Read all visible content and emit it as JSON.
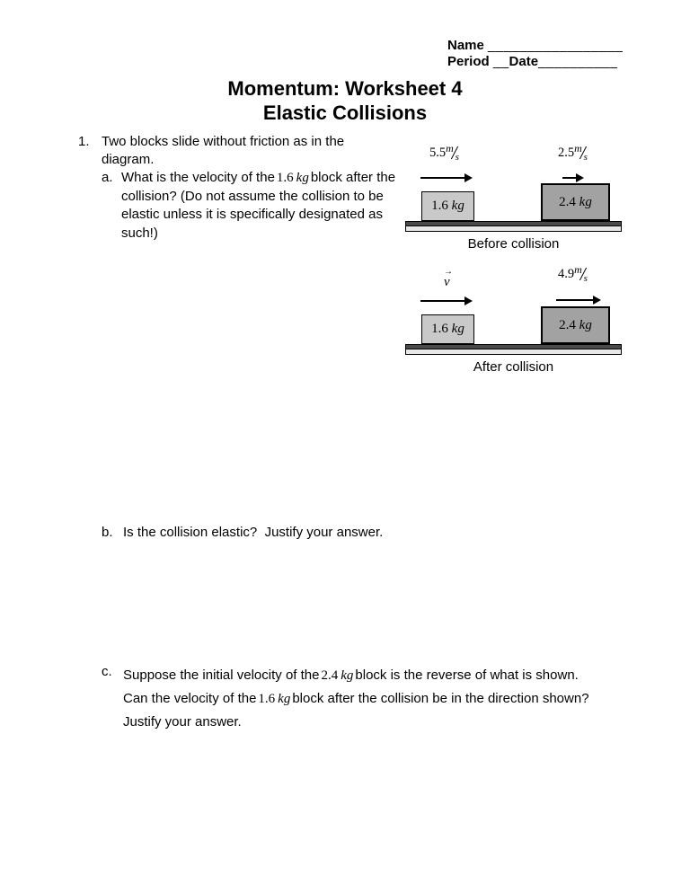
{
  "colors": {
    "page_bg": "#ffffff",
    "text": "#000000",
    "block_light": "#c9c9c9",
    "block_dark": "#a2a2a2",
    "ground_dark": "#4a4a4a",
    "ground_light": "#e8e8e8"
  },
  "header": {
    "name_label": "Name",
    "name_line": "_________________",
    "period_label": "Period",
    "period_gap": "__",
    "date_label": "Date",
    "date_line": "__________"
  },
  "title": {
    "line1": "Momentum: Worksheet 4",
    "line2": "Elastic Collisions"
  },
  "q1": {
    "number": "1.",
    "intro": "Two blocks slide without friction as in the diagram.",
    "a": {
      "label": "a.",
      "t1": "What is the velocity of the",
      "m1": {
        "value": "1.6",
        "unit": "kg"
      },
      "t2": "block after the collision? (Do not assume the collision to be elastic unless it is specifically designated as such!)"
    },
    "b": {
      "label": "b.",
      "text": "Is the collision elastic?  Justify your answer."
    },
    "c": {
      "label": "c.",
      "line1": {
        "t1": "Suppose the initial velocity of the",
        "m": {
          "value": "2.4",
          "unit": "kg"
        },
        "t2": "block is the reverse of what is shown."
      },
      "line2": {
        "t1": "Can the velocity of the",
        "m": {
          "value": "1.6",
          "unit": "kg"
        },
        "t2": "block after the collision be in the direction shown?"
      },
      "line3": "Justify your answer."
    }
  },
  "diagrams": {
    "before": {
      "caption": "Before collision",
      "left_velocity": {
        "value": "5.5",
        "num": "m",
        "den": "s"
      },
      "right_velocity": {
        "value": "2.5",
        "num": "m",
        "den": "s"
      },
      "left_block": {
        "value": "1.6",
        "unit": "kg"
      },
      "right_block": {
        "value": "2.4",
        "unit": "kg"
      }
    },
    "after": {
      "caption": "After collision",
      "left_velocity_symbol": "v",
      "left_velocity_arrow": "→",
      "right_velocity": {
        "value": "4.9",
        "num": "m",
        "den": "s"
      },
      "left_block": {
        "value": "1.6",
        "unit": "kg"
      },
      "right_block": {
        "value": "2.4",
        "unit": "kg"
      }
    }
  }
}
